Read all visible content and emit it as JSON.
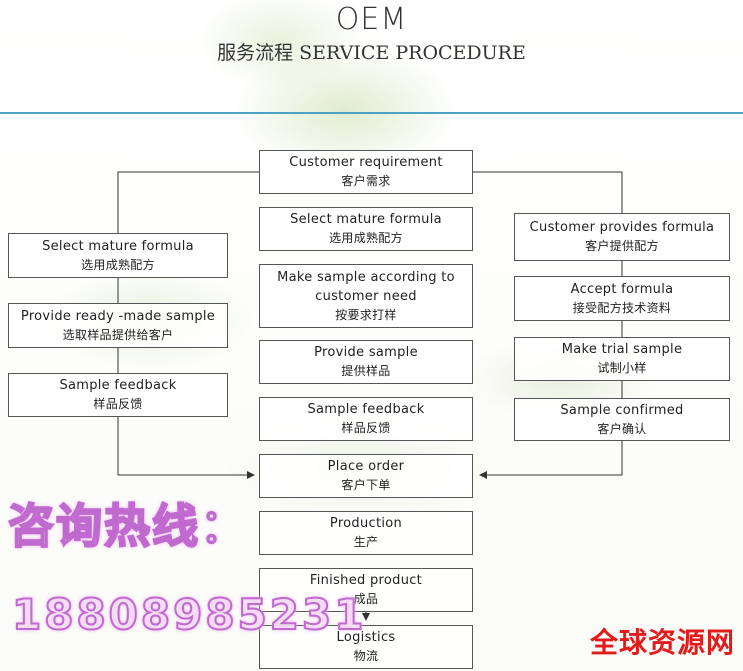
{
  "header": {
    "title": "OEM",
    "subtitle": "服务流程 SERVICE PROCEDURE"
  },
  "center": [
    {
      "en": "Customer requirement",
      "zh": "客户需求"
    },
    {
      "en": "Select mature formula",
      "zh": "选用成熟配方"
    },
    {
      "en": "Make sample according to",
      "en2": "customer need",
      "zh": "按要求打样"
    },
    {
      "en": "Provide sample",
      "zh": "提供样品"
    },
    {
      "en": "Sample feedback",
      "zh": "样品反馈"
    },
    {
      "en": "Place order",
      "zh": "客户下单"
    },
    {
      "en": "Production",
      "zh": "生产"
    },
    {
      "en": "Finished product",
      "zh": "成品"
    },
    {
      "en": "Logistics",
      "zh": "物流"
    }
  ],
  "left": [
    {
      "en": "Select mature formula",
      "zh": "选用成熟配方"
    },
    {
      "en": "Provide ready -made sample",
      "zh": "选取样品提供给客户"
    },
    {
      "en": "Sample feedback",
      "zh": "样品反馈"
    }
  ],
  "right": [
    {
      "en": "Customer provides formula",
      "zh": "客户提供配方"
    },
    {
      "en": "Accept formula",
      "zh": "接受配方技术资料"
    },
    {
      "en": "Make trial sample",
      "zh": "试制小样"
    },
    {
      "en": "Sample confirmed",
      "zh": "客户确认"
    }
  ],
  "promo": {
    "title": "咨询热线：",
    "phone": "18808985231"
  },
  "watermark": "全球资源网",
  "colors": {
    "rule": "#4ba3c3",
    "promo_fill": "#f4dcf4",
    "promo_stroke": "#c06ad0",
    "watermark": "#e21c1c"
  }
}
